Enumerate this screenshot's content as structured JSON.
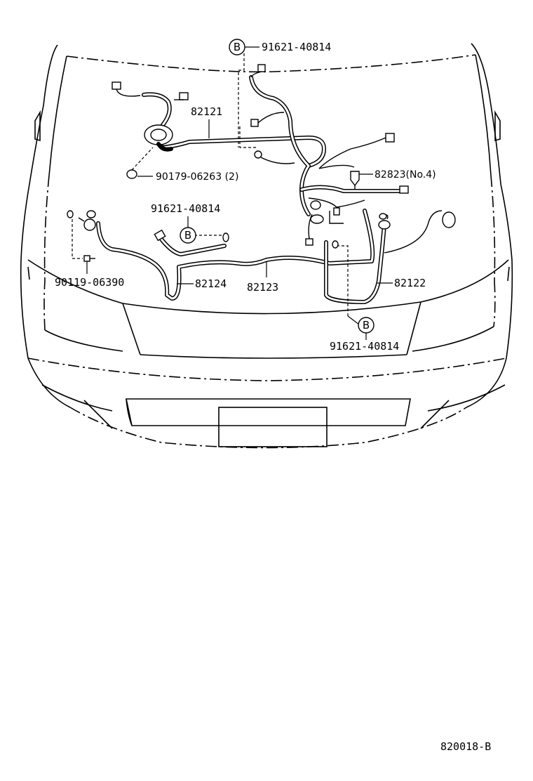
{
  "diagram": {
    "code": "820018-B",
    "callouts": [
      {
        "marker": "B",
        "part": "91621-40814"
      },
      {
        "part": "82121"
      },
      {
        "part": "90179-06263 (2)"
      },
      {
        "part": "82823(No.4)"
      },
      {
        "marker": "B",
        "part": "91621-40814"
      },
      {
        "part": "90119-06390"
      },
      {
        "part": "82124"
      },
      {
        "part": "82123"
      },
      {
        "part": "82122"
      },
      {
        "marker": "B",
        "part": "91621-40814"
      }
    ]
  }
}
